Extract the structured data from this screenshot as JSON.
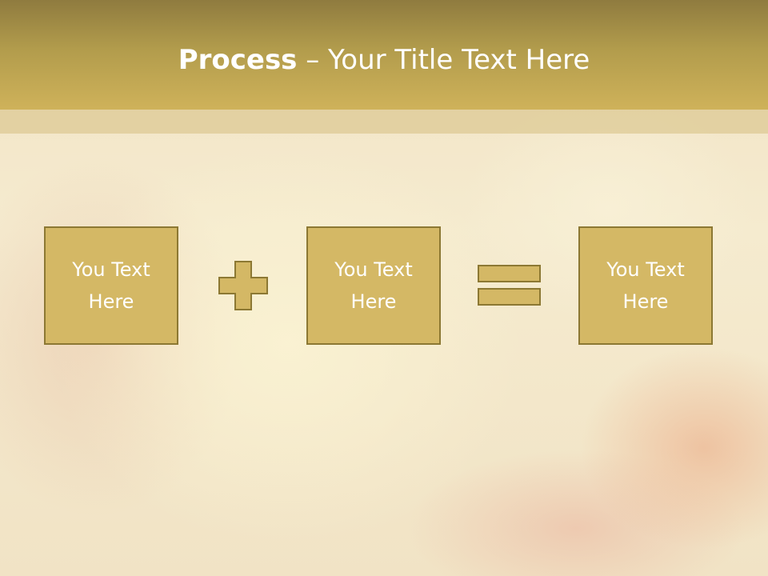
{
  "slide": {
    "title_bold": "Process",
    "title_rest": " – Your Title Text Here"
  },
  "boxes": [
    {
      "text": "You Text Here"
    },
    {
      "text": "You Text Here"
    },
    {
      "text": "You Text Here"
    }
  ],
  "operators": {
    "first": "plus-icon",
    "second": "equals-icon"
  },
  "colors": {
    "title_bar": "#b29c4c",
    "box_fill": "#d4b865",
    "box_border": "#8c7833",
    "text": "#ffffff"
  }
}
